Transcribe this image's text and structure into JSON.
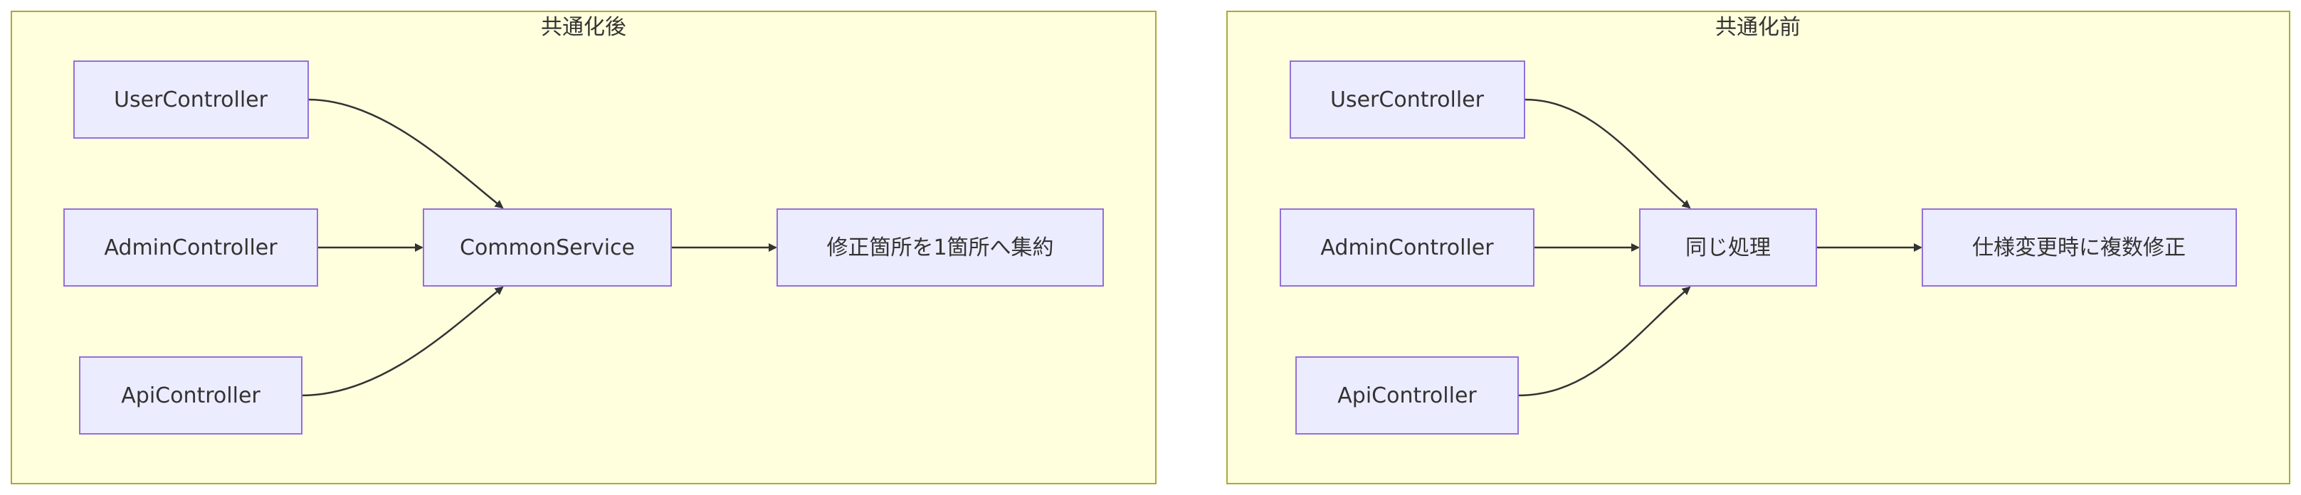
{
  "colors": {
    "cluster_fill": "#ffffde",
    "cluster_stroke": "#aaaa33",
    "node_fill": "#ececff",
    "node_stroke": "#9370db",
    "edge": "#333333",
    "text": "#333333"
  },
  "clusters": [
    {
      "id": "after",
      "title": "共通化後",
      "nodes": [
        {
          "id": "user",
          "label": "UserController"
        },
        {
          "id": "admin",
          "label": "AdminController"
        },
        {
          "id": "api",
          "label": "ApiController"
        },
        {
          "id": "common",
          "label": "CommonService"
        },
        {
          "id": "result",
          "label": "修正箇所を1箇所へ集約"
        }
      ],
      "edges": [
        {
          "from": "user",
          "to": "common"
        },
        {
          "from": "admin",
          "to": "common"
        },
        {
          "from": "api",
          "to": "common"
        },
        {
          "from": "common",
          "to": "result"
        }
      ]
    },
    {
      "id": "before",
      "title": "共通化前",
      "nodes": [
        {
          "id": "user",
          "label": "UserController"
        },
        {
          "id": "admin",
          "label": "AdminController"
        },
        {
          "id": "api",
          "label": "ApiController"
        },
        {
          "id": "same",
          "label": "同じ処理"
        },
        {
          "id": "result",
          "label": "仕様変更時に複数修正"
        }
      ],
      "edges": [
        {
          "from": "user",
          "to": "same"
        },
        {
          "from": "admin",
          "to": "same"
        },
        {
          "from": "api",
          "to": "same"
        },
        {
          "from": "same",
          "to": "result"
        }
      ]
    }
  ]
}
